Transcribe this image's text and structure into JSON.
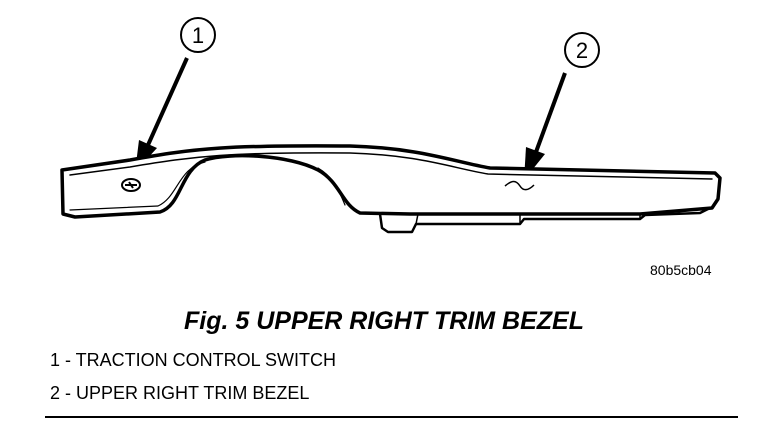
{
  "callouts": [
    {
      "number": "1"
    },
    {
      "number": "2"
    }
  ],
  "figure_id": "80b5cb04",
  "caption": "Fig. 5 UPPER RIGHT TRIM BEZEL",
  "legend": [
    {
      "text": "1 - TRACTION CONTROL SWITCH"
    },
    {
      "text": "2 - UPPER RIGHT TRIM BEZEL"
    }
  ]
}
